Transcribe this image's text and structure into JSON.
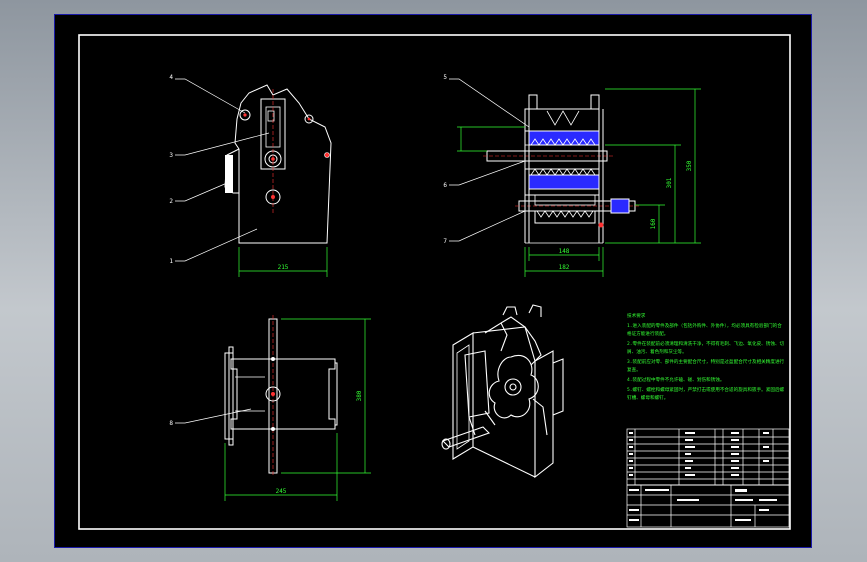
{
  "colors": {
    "background": "#000000",
    "frame": "#ffffff",
    "outline": "#ffffff",
    "dimension": "#33ff33",
    "hidden_line": "#ff3333",
    "section": "#2a2aff",
    "viewport_border": "#1a1aa8"
  },
  "front_view": {
    "callouts": [
      "4",
      "3",
      "2",
      "1"
    ],
    "width_dim": "215"
  },
  "side_view": {
    "callouts": [
      "5",
      "6",
      "7"
    ],
    "dims": {
      "overall_height": "350",
      "upper_height": "301",
      "lower_height": "160",
      "bottom_width_inner": "148",
      "bottom_width_outer": "182"
    }
  },
  "top_view": {
    "callouts": [
      "8"
    ],
    "width_dim": "245",
    "height_dim": "380"
  },
  "notes": {
    "title": "技术要求",
    "lines": [
      "1.进入装配的零件及部件（包括外购件、外协件），均必须具有检验部门的合",
      "格证方能进行装配。",
      "2.零件在装配前必须清理和清洗干净，不得有毛刺、飞边、氧化皮、锈蚀、切",
      "屑、油污、着色剂和灰尘等。",
      "3.装配前应对零、部件的主要配合尺寸，特别是过盈配合尺寸及相关精度进行",
      "复查。",
      "4.装配过程中零件不允许磕、碰、划伤和锈蚀。",
      "5.螺钉、螺栓和螺母紧固时，严禁打击或使用不合适的旋具和扳手。紧固后螺",
      "钉槽、螺母和螺钉。"
    ]
  }
}
